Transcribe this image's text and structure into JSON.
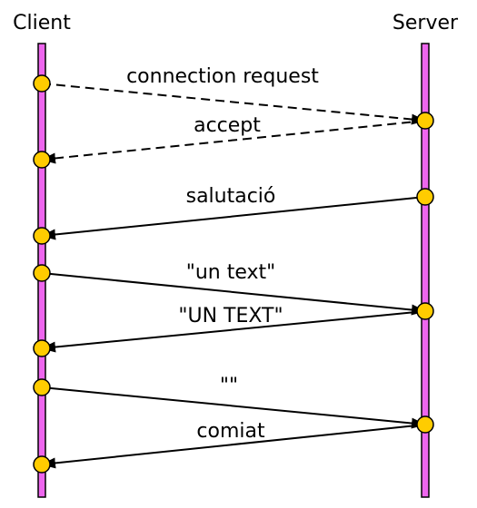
{
  "participants": {
    "left": "Client",
    "right": "Server"
  },
  "messages": [
    {
      "label": "connection request",
      "from": "left",
      "to": "right",
      "style": "dashed"
    },
    {
      "label": "accept",
      "from": "right",
      "to": "left",
      "style": "dashed"
    },
    {
      "label": "salutació",
      "from": "right",
      "to": "left",
      "style": "solid"
    },
    {
      "label": "\"un text\"",
      "from": "left",
      "to": "right",
      "style": "solid"
    },
    {
      "label": "\"UN TEXT\"",
      "from": "right",
      "to": "left",
      "style": "solid"
    },
    {
      "label": "\"\"",
      "from": "left",
      "to": "right",
      "style": "solid"
    },
    {
      "label": "comiat",
      "from": "right",
      "to": "left",
      "style": "solid"
    }
  ],
  "colors": {
    "lifeline": "#ee66ee",
    "event_node": "#ffcc00",
    "arrow": "#000000"
  }
}
